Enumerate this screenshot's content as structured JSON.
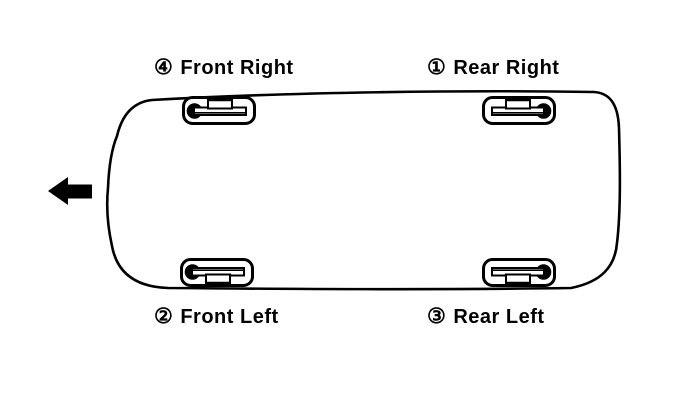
{
  "diagram": {
    "background_color": "#ffffff",
    "line_color": "#000000",
    "labels": {
      "front_right": {
        "number": "④",
        "text": "Front Right"
      },
      "rear_right": {
        "number": "①",
        "text": "Rear Right"
      },
      "front_left": {
        "number": "②",
        "text": "Front Left"
      },
      "rear_left": {
        "number": "③",
        "text": "Rear Left"
      }
    },
    "arrow": {
      "direction": "left"
    },
    "icons": {
      "front_right": "fastener-icon",
      "rear_right": "fastener-icon",
      "front_left": "fastener-icon",
      "rear_left": "fastener-icon"
    }
  }
}
